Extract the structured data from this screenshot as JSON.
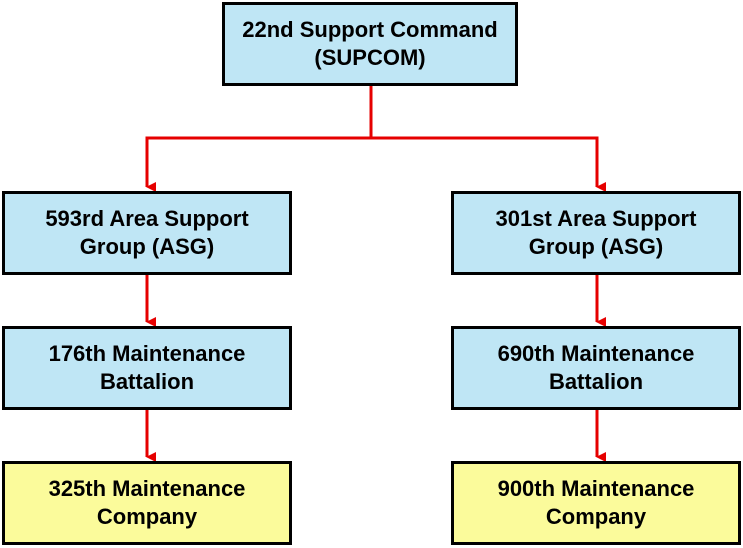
{
  "colors": {
    "blue_box": "#bfe6f5",
    "yellow_box": "#fbfb9b",
    "border": "#000000",
    "connector": "#e60000"
  },
  "nodes": {
    "supcom": {
      "line1": "22nd Support Command",
      "line2": "(SUPCOM)"
    },
    "asg_593": {
      "line1": "593rd Area Support",
      "line2": "Group (ASG)"
    },
    "asg_301": {
      "line1": "301st Area Support",
      "line2": "Group (ASG)"
    },
    "mb_176": {
      "line1": "176th Maintenance",
      "line2": "Battalion"
    },
    "mb_690": {
      "line1": "690th Maintenance",
      "line2": "Battalion"
    },
    "mc_325": {
      "line1": "325th Maintenance",
      "line2": "Company"
    },
    "mc_900": {
      "line1": "900th Maintenance",
      "line2": "Company"
    }
  }
}
